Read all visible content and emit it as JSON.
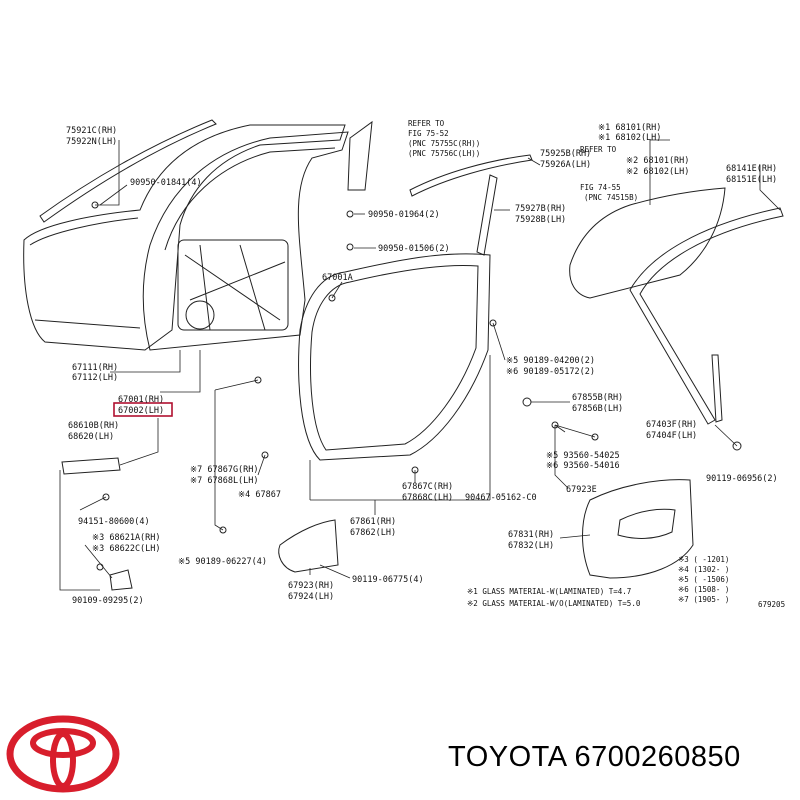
{
  "diagram": {
    "fig_number": "679205",
    "labels": {
      "p75921": "75921C(RH)",
      "p75922": "75922N(LH)",
      "p90950_01841": "90950-01841(4)",
      "refer1_a": "REFER TO",
      "refer1_b": "FIG 75-52",
      "refer1_c": "(PNC 75755C(RH))",
      "refer1_d": "(PNC 75756C(LH))",
      "p75925": "75925B(RH)",
      "p75926": "75926A(LH)",
      "p75927": "75927B(RH)",
      "p75928": "75928B(LH)",
      "p90950_01964": "90950-01964(2)",
      "p90950_01506": "90950-01506(2)",
      "p67001A": "67001A",
      "p68101_1": "※1 68101(RH)",
      "p68102_1": "※1 68102(LH)",
      "p68101_2": "※2 68101(RH)",
      "p68102_2": "※2 68102(LH)",
      "refer2_a": "REFER TO",
      "refer2_b": "FIG 74-55",
      "refer2_c": "(PNC 74515B)",
      "p68141": "68141E(RH)",
      "p68151": "68151E(LH)",
      "p67111": "67111(RH)",
      "p67112": "67112(LH)",
      "p67001": "67001(RH)",
      "p67002": "67002(LH)",
      "p68610": "68610B(RH)",
      "p68620": "68620(LH)",
      "p90189_04200": "※5 90189-04200(2)",
      "p90189_05172": "※6 90189-05172(2)",
      "p67855": "67855B(RH)",
      "p67856": "67856B(LH)",
      "p67403": "67403F(RH)",
      "p67404": "67404F(LH)",
      "p93560_54025": "※5 93560-54025",
      "p93560_54016": "※6 93560-54016",
      "p90119_06956": "90119-06956(2)",
      "p67923E": "67923E",
      "p67867G": "※7 67867G(RH)",
      "p67868L": "※7 67868L(LH)",
      "p67867_4": "※4 67867",
      "p67867C": "67867C(RH)",
      "p67868C": "67868C(LH)",
      "p90467": "90467-05162-C0",
      "p94151": "94151-80600(4)",
      "p68621": "※3 68621A(RH)",
      "p68622": "※3 68622C(LH)",
      "p67861": "67861(RH)",
      "p67862": "67862(LH)",
      "p67831": "67831(RH)",
      "p67832": "67832(LH)",
      "p90189_06227": "※5 90189-06227(4)",
      "p90119_06775": "90119-06775(4)",
      "p67923": "67923(RH)",
      "p67924": "67924(LH)",
      "p90109_09295": "90109-09295(2)",
      "glass1": "※1 GLASS MATERIAL-W(LAMINATED) T=4.7",
      "glass2": "※2 GLASS MATERIAL-W/O(LAMINATED) T=5.0"
    },
    "date_notes": [
      "※3 (  -1201)",
      "※4 (1302-  )",
      "※5 (  -1506)",
      "※6 (1508-  )",
      "※7 (1905-  )"
    ]
  },
  "footer": {
    "brand_text": "TOYOTA 6700260850",
    "logo_icon": "toyota-logo-icon",
    "logo_color": "#d81e2c",
    "highlight_color": "#b01030"
  }
}
